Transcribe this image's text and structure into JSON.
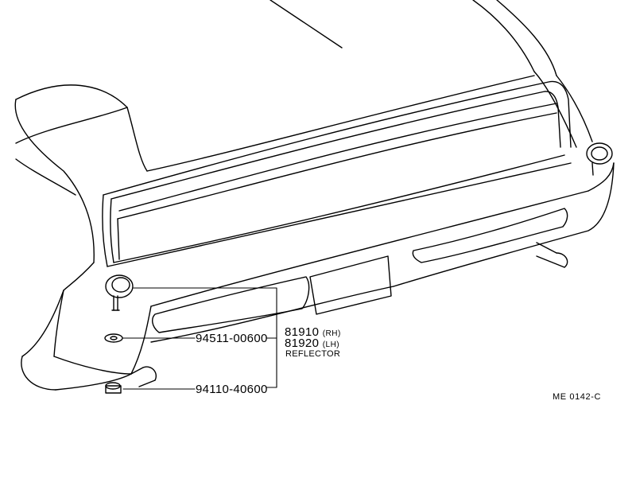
{
  "diagram": {
    "callouts": [
      {
        "id": "reflector_rh",
        "part_number": "81910",
        "suffix": "(RH)"
      },
      {
        "id": "reflector_lh",
        "part_number": "81920",
        "suffix": "(LH)"
      },
      {
        "id": "reflector_name",
        "text": "REFLECTOR"
      },
      {
        "id": "washer",
        "part_number": "94511-00600"
      },
      {
        "id": "nut",
        "part_number": "94110-40600"
      }
    ],
    "drawing_code": "ME 0142-C",
    "line_color": "#000000",
    "background_color": "#ffffff"
  }
}
